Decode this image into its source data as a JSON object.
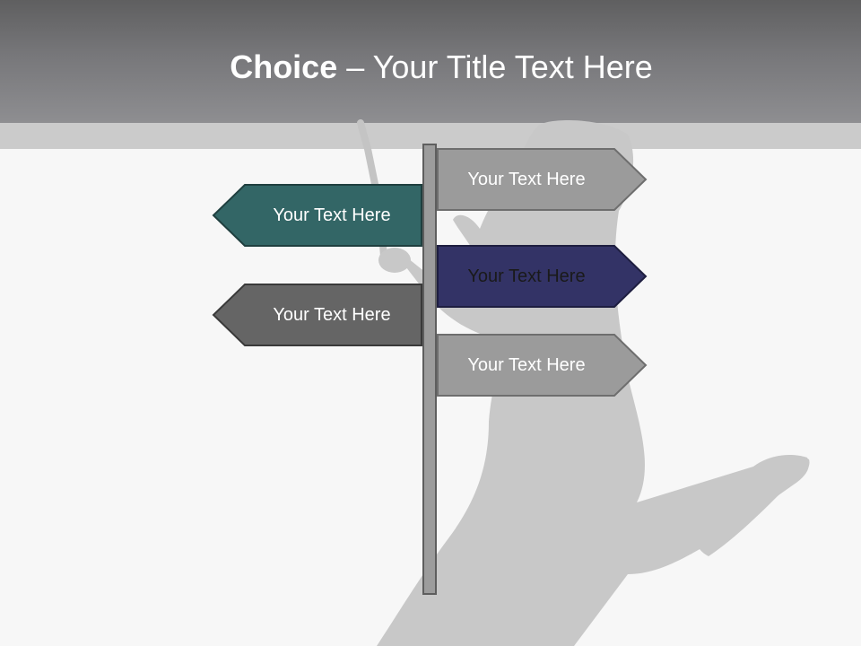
{
  "title": {
    "bold": "Choice",
    "rest": " – Your Title Text Here"
  },
  "signs": [
    {
      "label": "Your Text Here",
      "direction": "right",
      "color": "#9b9b9b"
    },
    {
      "label": "Your Text Here",
      "direction": "left",
      "color": "#336666"
    },
    {
      "label": "Your Text Here",
      "direction": "right",
      "color": "#333366"
    },
    {
      "label": "Your Text Here",
      "direction": "left",
      "color": "#656565"
    },
    {
      "label": "Your Text Here",
      "direction": "right",
      "color": "#9b9b9b"
    }
  ],
  "colors": {
    "header": "#77777a",
    "background": "#f7f7f7",
    "post": "#9c9c9c",
    "silhouette": "#c8c8c8"
  }
}
